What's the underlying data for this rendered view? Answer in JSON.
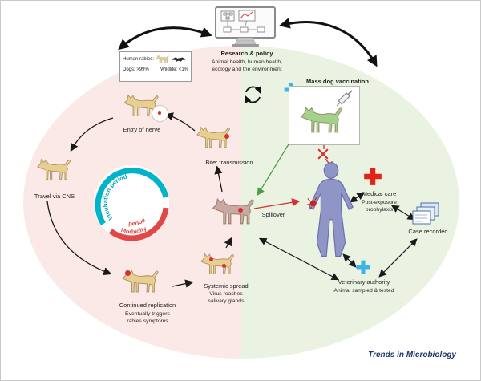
{
  "journal": "Trends in Microbiology",
  "top": {
    "research_title": "Research & policy",
    "research_sub1": "Animal health, human health,",
    "research_sub2": "ecology and the environment"
  },
  "stats_box": {
    "title": "Human rabies:",
    "dogs": "Dogs: >99%",
    "wildlife": "Wildlife: <1%"
  },
  "left_cycle": {
    "entry": "Entry of nerve",
    "bite": "Bite: transmission",
    "travel": "Travel via CNS",
    "incubation": "Incubation period",
    "morbidity_1": "Morbidity",
    "morbidity_2": "period",
    "systemic_1": "Systemic spread",
    "systemic_2": "Virus reaches",
    "systemic_3": "salivary glands",
    "continued_1": "Continued replication",
    "continued_2": "Eventually triggers",
    "continued_3": "rabies symptoms"
  },
  "right_side": {
    "vaccination": "Mass dog vaccination",
    "spillover": "Spillover",
    "medical_1": "Medical care",
    "medical_2": "Post-exposure",
    "medical_3": "prophylaxis",
    "case_recorded": "Case recorded",
    "vet_1": "Veterinary authority",
    "vet_2": "Animal sampled & tested"
  },
  "colors": {
    "pink_half": "#fbe9e8",
    "green_half": "#eaf3e2",
    "incubation_teal": "#00b3c9",
    "morbidity_red": "#e04848",
    "blue_plus": "#3bb5e5",
    "red_cross": "#e2231a",
    "dog_tan": "#e9cf8f",
    "dog_green": "#a4d28b",
    "dog_spillover": "#c9a9a4",
    "human_purple": "#9095c8",
    "journal_navy": "#1f3a68"
  }
}
